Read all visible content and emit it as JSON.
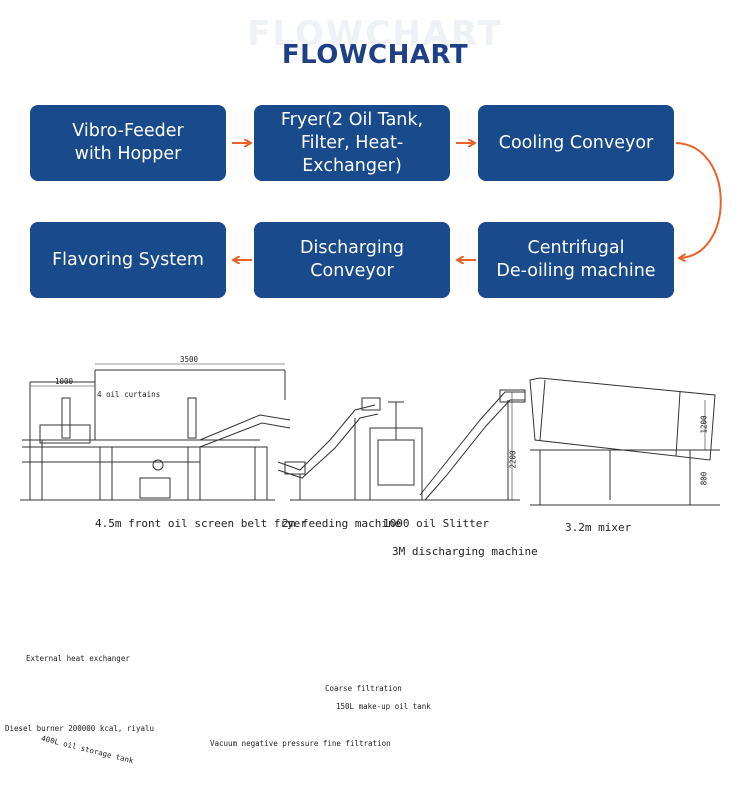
{
  "header": {
    "ghost_title": "FLOWCHART",
    "title": "FLOWCHART"
  },
  "flow": {
    "steps": [
      "Vibro-Feeder\nwith Hopper",
      "Fryer(2 Oil Tank,\nFilter, Heat-Exchanger)",
      "Cooling Conveyor",
      "Centrifugal\nDe-oiling machine",
      "Discharging\nConveyor",
      "Flavoring System"
    ],
    "arrow_color": "#e8622a",
    "box_color": "#184a8c"
  },
  "drawing_top": {
    "labels": {
      "fryer": "4.5m front oil screen belt fryer",
      "feeding": "2m feeding machine",
      "slitter": "1000 oil Slitter",
      "mixer": "3.2m mixer",
      "curtains": "4 oil curtains",
      "dim_span": "3500",
      "dim_left": "1000",
      "dim_height": "2200",
      "dim_mixer_h": "800",
      "dim_mixer_w": "1200"
    }
  },
  "drawing_bottom": {
    "labels": {
      "discharging": "3M discharging machine",
      "heat_exchanger": "External heat exchanger",
      "burner": "Diesel burner 200000 kcal, riyalu",
      "storage": "400L oil storage tank",
      "coarse": "Coarse filtration",
      "makeup": "150L make-up oil tank",
      "vacuum": "Vacuum negative pressure fine filtration"
    }
  }
}
